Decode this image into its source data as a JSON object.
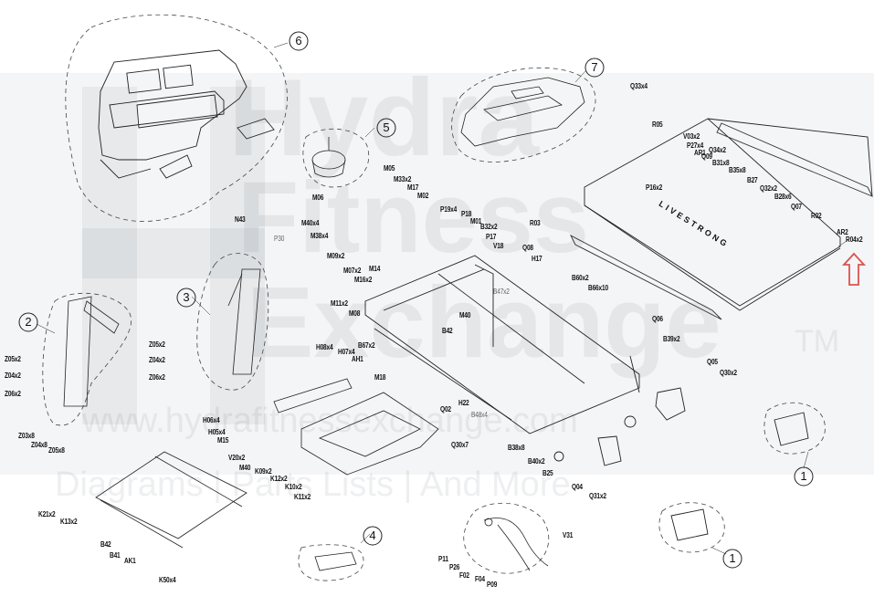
{
  "diagram": {
    "brand_text": "LIVESTRONG",
    "callouts": {
      "c1a": "1",
      "c1b": "1",
      "c2": "2",
      "c3": "3",
      "c4": "4",
      "c5": "5",
      "c6": "6",
      "c7": "7"
    },
    "watermark": {
      "line1": "Hydra",
      "line2": "Fitness",
      "line3": "Exchange",
      "tm": "TM",
      "url": "www.hydrafitnessexchange.com",
      "tagline": "Diagrams | Parts Lists | And More"
    },
    "colors": {
      "line": "#222222",
      "dash": "#444444",
      "watermark": "#7a828c",
      "arrow": "#d9534f"
    },
    "arrow_icon": "up-arrow-icon",
    "parts": {
      "q33x4": "Q33x4",
      "r05": "R05",
      "v03x2": "V03x2",
      "p27x4": "P27x4",
      "ar1": "AR1",
      "q34x2": "Q34x2",
      "q09": "Q09",
      "b31x8": "B31x8",
      "b35x8": "B35x8",
      "p16x2": "P16x2",
      "b27": "B27",
      "q32x2": "Q32x2",
      "b28x6": "B28x6",
      "q07": "Q07",
      "r02": "R02",
      "ar2": "AR2",
      "r04x2": "R04x2",
      "r03": "R03",
      "q08": "Q08",
      "q06": "Q06",
      "b39x2": "B39x2",
      "q05": "Q05",
      "q30x2": "Q30x2",
      "m05": "M05",
      "m06": "M06",
      "m33x2": "M33x2",
      "m17": "M17",
      "m02": "M02",
      "m40x4": "M40x4",
      "m38x4": "M38x4",
      "m09x2": "M09x2",
      "m07x2": "M07x2",
      "m16x2": "M16x2",
      "m14": "M14",
      "p19x4": "P19x4",
      "p18": "P18",
      "m01": "M01",
      "b32x2": "B32x2",
      "p17": "P17",
      "v18": "V18",
      "h17": "H17",
      "b60x2": "B60x2",
      "b66x10": "B66x10",
      "b47x2": "B47x2",
      "n43": "N43",
      "p30": "P30",
      "m11x2": "M11x2",
      "m08": "M08",
      "m40": "M40",
      "b42": "B42",
      "h08x4": "H08x4",
      "h07x4": "H07x4",
      "b67x2": "B67x2",
      "ah1": "AH1",
      "m18": "M18",
      "h22": "H22",
      "b48x4": "B48x4",
      "q02": "Q02",
      "q30x7": "Q30x7",
      "h06x4": "H06x4",
      "h05x4": "H05x4",
      "m15": "M15",
      "z05x2_a": "Z05x2",
      "z04x2_a": "Z04x2",
      "z06x2_a": "Z06x2",
      "z05x2_b": "Z05x2",
      "z04x2_b": "Z04x2",
      "z06x2_b": "Z06x2",
      "z03x8": "Z03x8",
      "z04x8": "Z04x8",
      "z05x8": "Z05x8",
      "b38x8": "B38x8",
      "b40x2": "B40x2",
      "b25": "B25",
      "q04": "Q04",
      "q31x2": "Q31x2",
      "v20x2": "V20x2",
      "m40b": "M40",
      "k09x2": "K09x2",
      "k12x2": "K12x2",
      "k10x2": "K10x2",
      "k11x2": "K11x2",
      "k21x2": "K21x2",
      "k13x2": "K13x2",
      "b42b": "B42",
      "b41": "B41",
      "ak1": "AK1",
      "k50x4": "K50x4",
      "p11": "P11",
      "p26": "P26",
      "f02": "F02",
      "f04": "F04",
      "p09": "P09",
      "v31": "V31"
    }
  }
}
